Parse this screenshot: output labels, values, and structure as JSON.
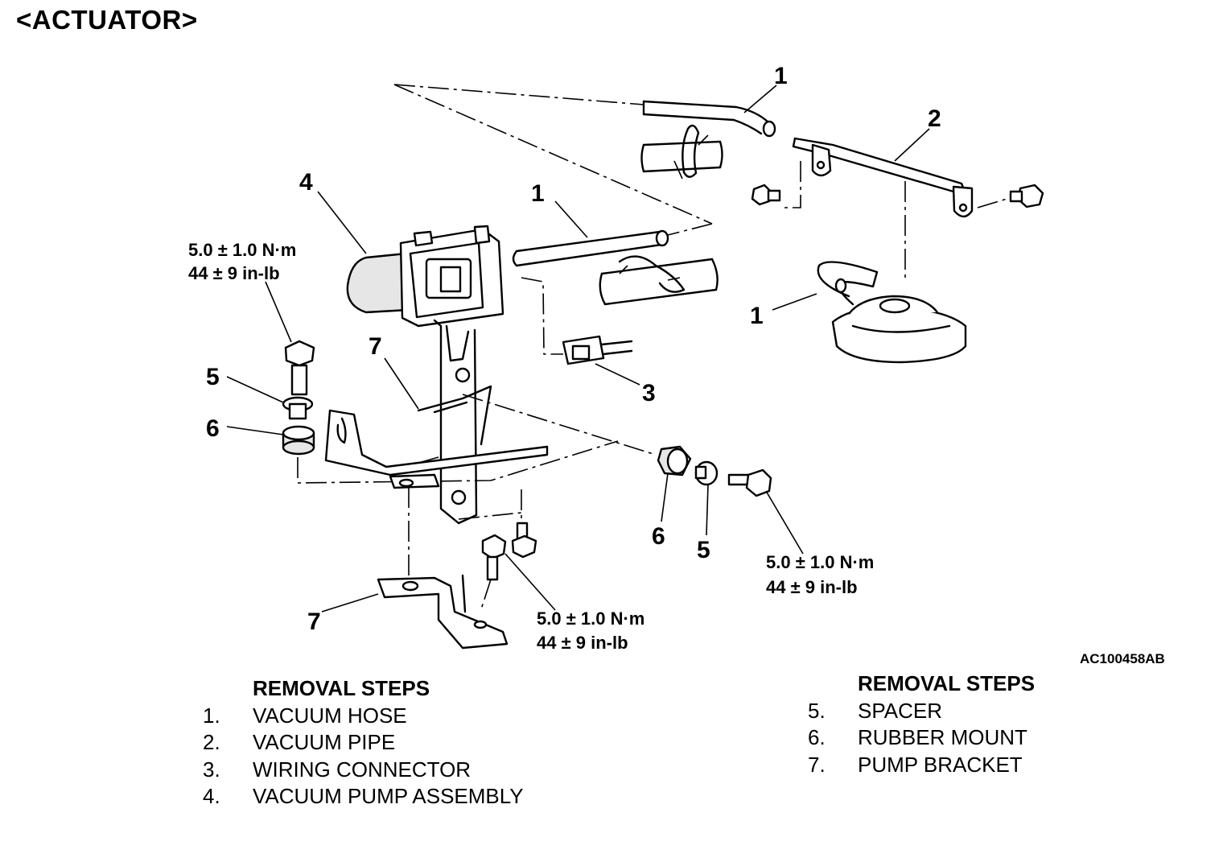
{
  "title": "<ACTUATOR>",
  "ref_code": "AC100458AB",
  "torque_specs": [
    {
      "nm": "5.0 ± 1.0 N·m",
      "inlb": "44 ± 9 in-lb"
    },
    {
      "nm": "5.0 ± 1.0 N·m",
      "inlb": "44 ± 9 in-lb"
    },
    {
      "nm": "5.0 ± 1.0 N·m",
      "inlb": "44 ± 9 in-lb"
    }
  ],
  "callouts": [
    "1",
    "2",
    "1",
    "4",
    "1",
    "3",
    "7",
    "5",
    "6",
    "6",
    "5",
    "7"
  ],
  "removal_steps_left": {
    "header": "REMOVAL STEPS",
    "items": [
      {
        "num": "1.",
        "label": "VACUUM HOSE"
      },
      {
        "num": "2.",
        "label": "VACUUM PIPE"
      },
      {
        "num": "3.",
        "label": "WIRING CONNECTOR"
      },
      {
        "num": "4.",
        "label": "VACUUM PUMP ASSEMBLY"
      }
    ]
  },
  "removal_steps_right": {
    "header": "REMOVAL STEPS",
    "items": [
      {
        "num": "5.",
        "label": "SPACER"
      },
      {
        "num": "6.",
        "label": "RUBBER MOUNT"
      },
      {
        "num": "7.",
        "label": "PUMP BRACKET"
      }
    ]
  }
}
